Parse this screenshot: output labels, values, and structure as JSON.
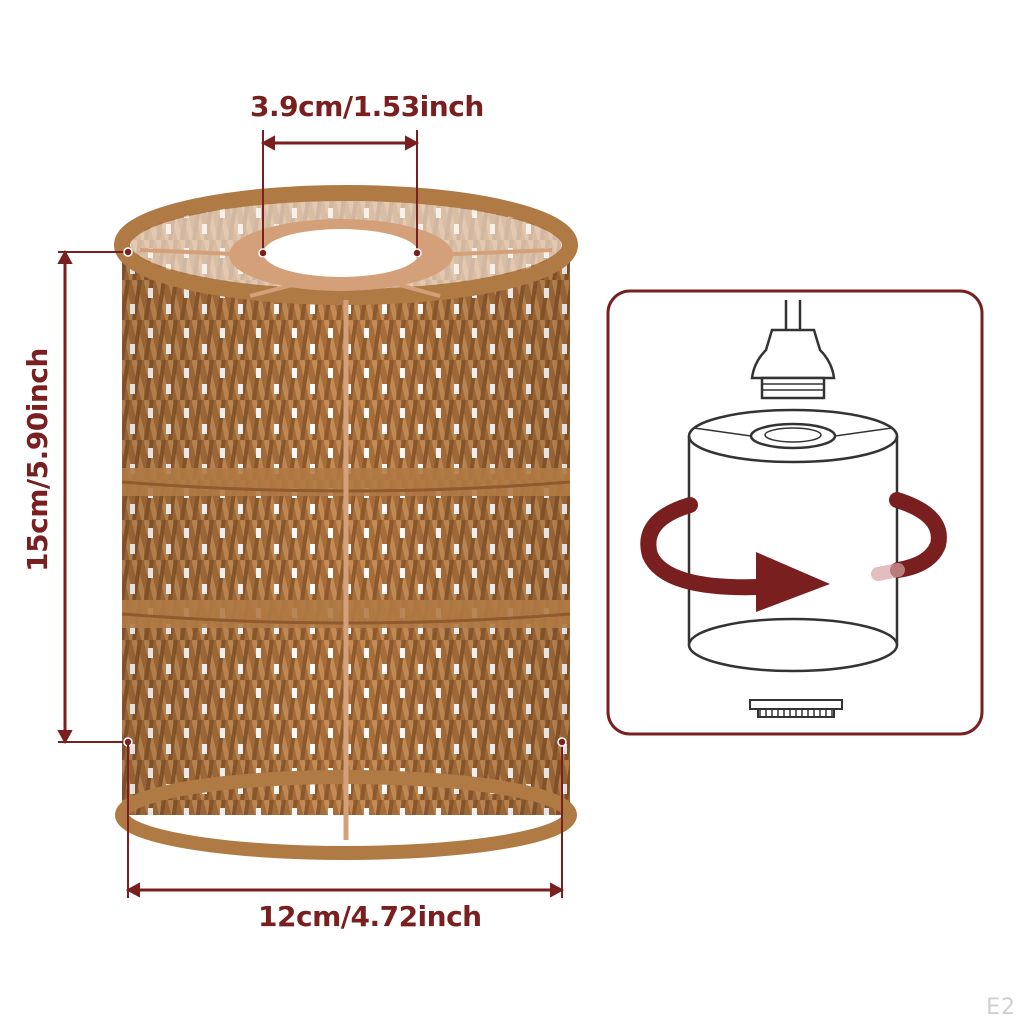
{
  "dimensions": {
    "opening_diameter": "3.9cm/1.53inch",
    "height": "15cm/5.90inch",
    "width": "12cm/4.72inch"
  },
  "watermark": "E2",
  "colors": {
    "accent": "#7a1f1f",
    "rope": "#b07a45",
    "ring": "#d3a07a",
    "panel_border": "#7a1f1f"
  },
  "icons": {
    "rotate_arrow": "rotate-arrow-icon",
    "bulb_socket": "bulb-socket-icon"
  }
}
